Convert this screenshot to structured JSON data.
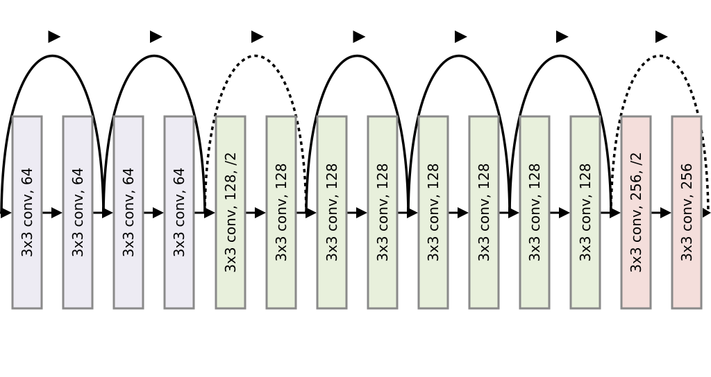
{
  "diagram": {
    "layers": [
      {
        "label": "3x3 conv, 64",
        "fill": "#edebf3"
      },
      {
        "label": "3x3 conv, 64",
        "fill": "#edebf3"
      },
      {
        "label": "3x3 conv, 64",
        "fill": "#edebf3"
      },
      {
        "label": "3x3 conv, 64",
        "fill": "#edebf3"
      },
      {
        "label": "3x3 conv, 128, /2",
        "fill": "#e8f0dc"
      },
      {
        "label": "3x3 conv, 128",
        "fill": "#e8f0dc"
      },
      {
        "label": "3x3 conv, 128",
        "fill": "#e8f0dc"
      },
      {
        "label": "3x3 conv, 128",
        "fill": "#e8f0dc"
      },
      {
        "label": "3x3 conv, 128",
        "fill": "#e8f0dc"
      },
      {
        "label": "3x3 conv, 128",
        "fill": "#e8f0dc"
      },
      {
        "label": "3x3 conv, 128",
        "fill": "#e8f0dc"
      },
      {
        "label": "3x3 conv, 128",
        "fill": "#e8f0dc"
      },
      {
        "label": "3x3 conv, 256, /2",
        "fill": "#f4dedb"
      },
      {
        "label": "3x3 conv, 256",
        "fill": "#f4dedb"
      }
    ],
    "skip_connections": [
      {
        "style": "solid"
      },
      {
        "style": "solid"
      },
      {
        "style": "dashed"
      },
      {
        "style": "solid"
      },
      {
        "style": "solid"
      },
      {
        "style": "solid"
      },
      {
        "style": "dashed"
      }
    ],
    "colors": {
      "line": "#000000",
      "box_border": "#8a8a8a",
      "background": "#ffffff"
    }
  }
}
